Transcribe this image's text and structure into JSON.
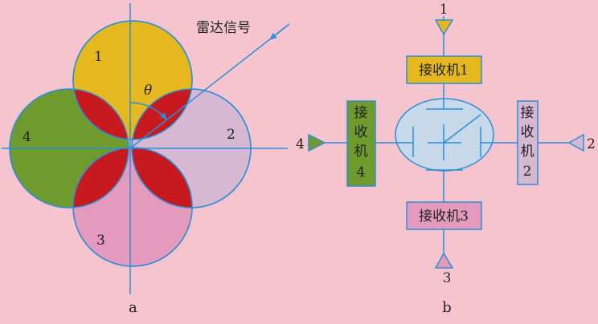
{
  "panel_a": {
    "label": "a",
    "signal_label": "雷达信号",
    "angle_label": "θ",
    "lobes": [
      {
        "id": "1",
        "label": "1",
        "color": "#e6b81f"
      },
      {
        "id": "2",
        "label": "2",
        "color": "#d6b8d2"
      },
      {
        "id": "3",
        "label": "3",
        "color": "#e39abc"
      },
      {
        "id": "4",
        "label": "4",
        "color": "#6f9b2e"
      }
    ],
    "overlap_color": "#c8191f"
  },
  "panel_b": {
    "label": "b",
    "receiver_top": {
      "label": "接收机1",
      "color": "#e6b81f",
      "antenna_label": "1",
      "antenna_color": "#e6b81f"
    },
    "receiver_right": {
      "chars": [
        "接",
        "收",
        "机",
        "2"
      ],
      "color": "#d6b8d2",
      "antenna_label": "2",
      "antenna_color": "#d6b8d2"
    },
    "receiver_bottom": {
      "label": "接收机3",
      "color": "#e39abc",
      "antenna_label": "3",
      "antenna_color": "#e39abc"
    },
    "receiver_left": {
      "chars": [
        "接",
        "收",
        "机",
        "4"
      ],
      "color": "#6f9b2e",
      "antenna_label": "4",
      "antenna_color": "#6f9b2e"
    },
    "switch_color": "#c6d8ea"
  },
  "colors": {
    "line": "#2a8fd6",
    "background": "#f6c4ce"
  }
}
